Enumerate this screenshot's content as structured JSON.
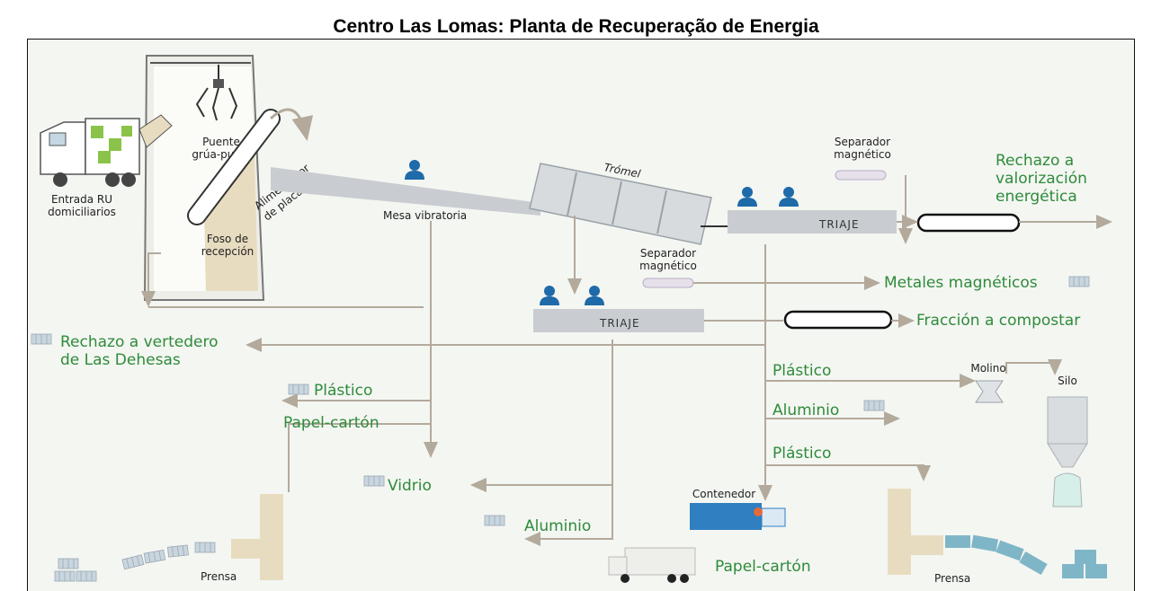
{
  "title": "Centro Las Lomas: Planta de Recuperação de Energia",
  "colors": {
    "frame_bg": "#f4f6f2",
    "flow_arrow": "#b3aa9c",
    "output_green": "#2e8b3a",
    "worker_blue": "#1f6aa8",
    "sand": "#e8dcc0",
    "conveyor_gray": "#c9cdd1"
  },
  "labels": {
    "truck": [
      "Entrada RU",
      "domiciliarios"
    ],
    "crane": [
      "Puente",
      "grúa-pulpo"
    ],
    "pit": [
      "Foso de",
      "recepción"
    ],
    "feeder": [
      "Alimentador",
      "de placas"
    ],
    "vibrating_table": "Mesa vibratoria",
    "trommel": "Trómel",
    "magsep_top": [
      "Separador",
      "magnético"
    ],
    "magsep_mid": [
      "Separador",
      "magnético"
    ],
    "triaje_top": "TRIAJE",
    "triaje_mid": "TRIAJE",
    "contenedor": "Contenedor",
    "molino": "Molino",
    "silo": "Silo",
    "prensa_left": "Prensa",
    "prensa_right": "Prensa"
  },
  "outputs": {
    "energy": [
      "Rechazo a",
      "valorización",
      "energética"
    ],
    "metals": "Metales magnéticos",
    "compost": "Fracción a compostar",
    "landfill": [
      "Rechazo a vertedero",
      "de Las Dehesas"
    ],
    "plastic_left": "Plástico",
    "paper_left": "Papel-cartón",
    "glass": "Vidrio",
    "aluminium_bottom": "Aluminio",
    "plastic_right1": "Plástico",
    "aluminium_right": "Aluminio",
    "plastic_right2": "Plástico",
    "paper_bottom": "Papel-cartón"
  },
  "icons": [
    "truck-icon",
    "crane-claw-icon",
    "worker-icon",
    "bale-icon",
    "mill-icon",
    "silo-icon",
    "press-icon",
    "container-icon",
    "conveyor-icon",
    "magnet-icon"
  ]
}
